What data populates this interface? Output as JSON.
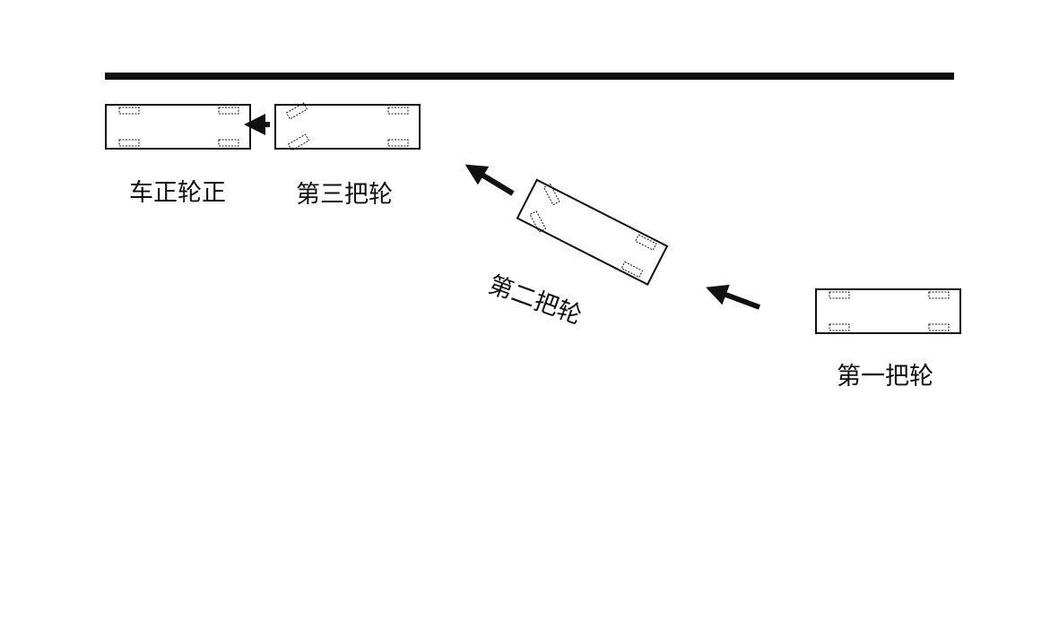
{
  "labels": {
    "stage4": "车正轮正",
    "stage3": "第三把轮",
    "stage2": "第二把轮",
    "stage1": "第一把轮"
  },
  "colors": {
    "line": "#111111",
    "background": "#ffffff"
  }
}
